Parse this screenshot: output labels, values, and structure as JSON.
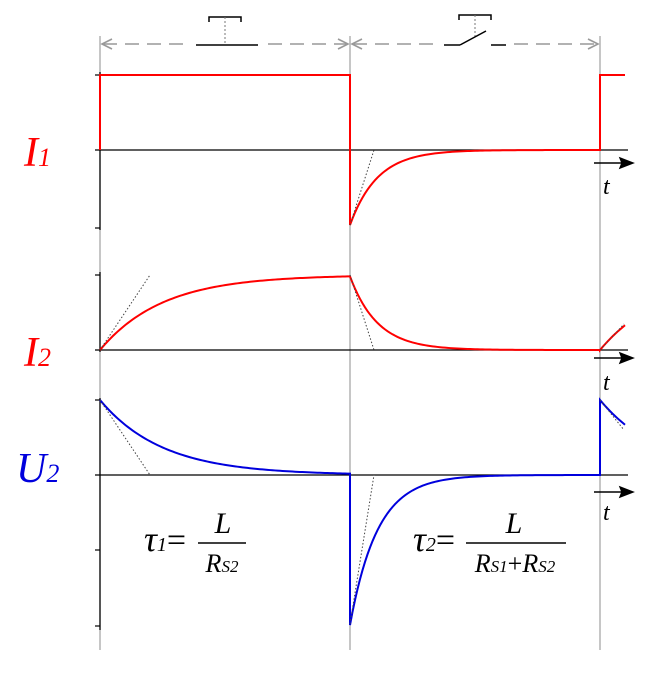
{
  "colors": {
    "current": "#ff0000",
    "voltage": "#0000dd",
    "axis": "#000000",
    "guide": "#999999",
    "tangent": "#555555"
  },
  "labels": {
    "i1_main": "I",
    "i1_sub": "1",
    "i2_main": "I",
    "i2_sub": "2",
    "u2_main": "U",
    "u2_sub": "2",
    "t_axis": "t"
  },
  "phases": [
    {
      "switch_state": "closed",
      "tau_main": "τ",
      "tau_sub": "1",
      "eq": "=",
      "num": "L",
      "den": [
        {
          "main": "R",
          "sub": "S2"
        }
      ]
    },
    {
      "switch_state": "open",
      "tau_main": "τ",
      "tau_sub": "2",
      "eq": "=",
      "num": "L",
      "den": [
        {
          "main": "R",
          "sub": "S1"
        },
        {
          "op": "+"
        },
        {
          "main": "R",
          "sub": "S2"
        }
      ]
    }
  ],
  "chart_data": {
    "type": "line",
    "title": "",
    "xlabel": "t",
    "phase_boundaries": [
      0,
      1,
      2
    ],
    "series": [
      {
        "name": "I1",
        "description": "step: high during phase 1, jumps negative then decays to 0 with tau2, high again at t=2",
        "high": 1.0,
        "neg_jump": -1.0,
        "tau_phase2": 0.11
      },
      {
        "name": "I2",
        "description": "rises to 1 with tau1 in phase 1, decays to 0 with tau2 in phase 2",
        "final": 1.0,
        "tau_phase1": 0.25,
        "tau_phase2": 0.11
      },
      {
        "name": "U2",
        "description": "starts at +1 decaying with tau1, jumps to -2 decaying with tau2, jumps to +1 at t=2",
        "start": 1.0,
        "neg_jump": -2.0,
        "tau_phase1": 0.25,
        "tau_phase2": 0.11
      }
    ]
  }
}
